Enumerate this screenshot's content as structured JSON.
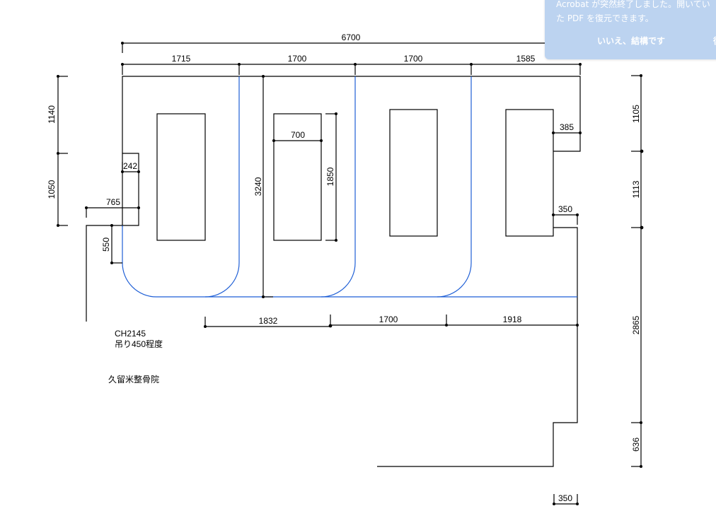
{
  "drawing": {
    "overall_width": "6700",
    "top_segments": [
      "1715",
      "1700",
      "1700",
      "1585"
    ],
    "left_dims": [
      "1140",
      "1050"
    ],
    "right_dims": [
      "1105",
      "1113",
      "2865",
      "636"
    ],
    "bottom_dims": [
      "1832",
      "1700",
      "1918"
    ],
    "bottom_right_width": "350",
    "inner_depth": "3240",
    "bed_width": "700",
    "bed_length": "1850",
    "niche_242": "242",
    "niche_765": "765",
    "niche_550": "550",
    "right_385": "385",
    "right_350": "350"
  },
  "notes": {
    "model": "CH2145",
    "hang": "吊り450程度",
    "client": "久留米整骨院"
  },
  "toast": {
    "message_line1": "Acrobat が突然終了しました。開いてい",
    "message_line2": "た PDF を復元できます。",
    "decline_label": "いいえ、結構です",
    "accept_label": "復"
  },
  "colors": {
    "curtain_rail": "#1f5fd6",
    "toast_bg": "#bcd3f0"
  }
}
